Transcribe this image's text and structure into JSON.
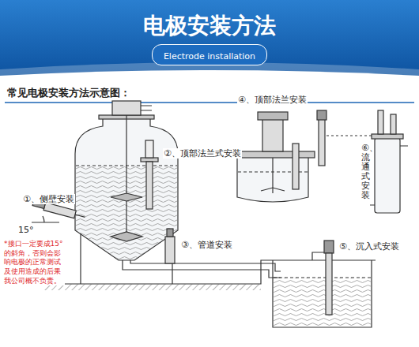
{
  "diagram": {
    "title": "电极安装方法",
    "nodes": [
      {
        "text": [
          "Electrode installation"
        ]
      }
    ],
    "labels": [
      "常见电极安装方法示意图：",
      "②、顶部法兰式安装",
      "④、顶部法兰安装",
      "⑥、流通式安装",
      "①、侧壁安装",
      "15°",
      "*接口一定要成15°的斜角，否则会影响电极的正常测试及使用造成的后果我公司概不负责。",
      "③、管道安装",
      "⑤、沉入式安装"
    ]
  }
}
